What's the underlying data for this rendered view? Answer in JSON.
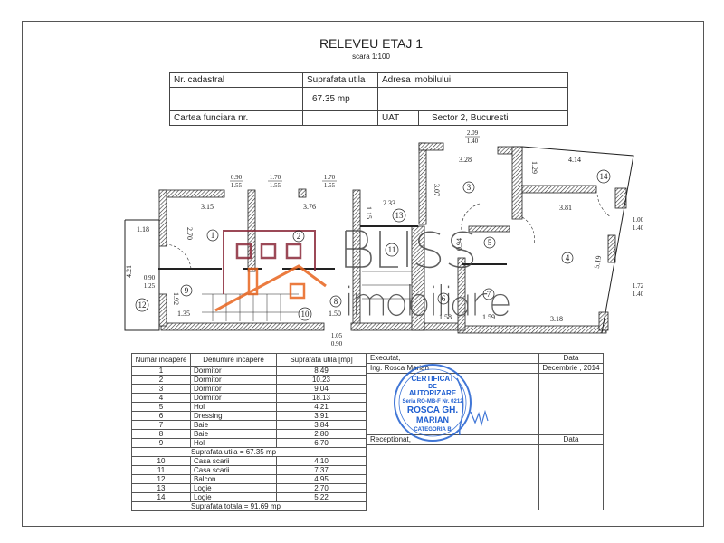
{
  "title": "RELEVEU ETAJ 1",
  "scale": "scara 1:100",
  "header": {
    "nr_cadastral_label": "Nr. cadastral",
    "suprafata_label": "Suprafata utila",
    "suprafata_value": "67.35 mp",
    "adresa_label": "Adresa imobilului",
    "carte_label": "Cartea funciara nr.",
    "uat_label": "UAT",
    "uat_value": "Sector 2, Bucuresti"
  },
  "rooms_table": {
    "headers": [
      "Numar incapere",
      "Denumire incapere",
      "Suprafata utila [mp]"
    ],
    "rows": [
      [
        "1",
        "Dormitor",
        "8.49"
      ],
      [
        "2",
        "Dormitor",
        "10.23"
      ],
      [
        "3",
        "Dormitor",
        "9.04"
      ],
      [
        "4",
        "Dormitor",
        "18.13"
      ],
      [
        "5",
        "Hol",
        "4.21"
      ],
      [
        "6",
        "Dressing",
        "3.91"
      ],
      [
        "7",
        "Baie",
        "3.84"
      ],
      [
        "8",
        "Baie",
        "2.80"
      ],
      [
        "9",
        "Hol",
        "6.70"
      ]
    ],
    "subtotal": "Suprafata utila = 67.35 mp",
    "rows2": [
      [
        "10",
        "Casa scarii",
        "4.10"
      ],
      [
        "11",
        "Casa scarii",
        "7.37"
      ],
      [
        "12",
        "Balcon",
        "4.95"
      ],
      [
        "13",
        "Logie",
        "2.70"
      ],
      [
        "14",
        "Logie",
        "5.22"
      ]
    ],
    "total": "Suprafata totala = 91.69 mp"
  },
  "sign_table": {
    "executat_label": "Executat,",
    "data_label": "Data",
    "engineer": "Ing. Rosca Marian",
    "date": "Decembrie , 2014",
    "receptionat_label": "Receptionat,",
    "data_label2": "Data"
  },
  "stamp": {
    "lines": [
      "CERTIFICAT",
      "DE",
      "AUTORIZARE",
      "Seria RO-MB-F Nr. 0212",
      "ROSCA GH.",
      "MARIAN",
      "CATEGORIA B"
    ],
    "color": "#1f5fd0"
  },
  "watermark": {
    "text1": "BLISS",
    "text2": "imobiliare",
    "color_logo": "#8b2a3a",
    "color_roof": "#e8641e"
  },
  "plan": {
    "room_numbers": [
      "1",
      "2",
      "3",
      "4",
      "5",
      "6",
      "7",
      "8",
      "9",
      "10",
      "11",
      "12",
      "13",
      "14"
    ],
    "dimensions": {
      "d315": "3.15",
      "d376": "3.76",
      "d233": "2.33",
      "d328": "3.28",
      "d414": "4.14",
      "d381": "3.81",
      "d318": "3.18",
      "d159": "1.59",
      "d158": "1.58",
      "d150": "1.50",
      "d135": "1.35",
      "d118": "1.18",
      "d421": "4.21",
      "d270": "2.70",
      "d192": "1.92",
      "d307": "3.07",
      "d129": "1.29",
      "d094": "0.94",
      "d519": "5.19",
      "d115": "1.15"
    },
    "openings": {
      "w1": [
        "0.90",
        "1.55"
      ],
      "w2": [
        "1.70",
        "1.55"
      ],
      "w3": [
        "1.70",
        "1.55"
      ],
      "w4": [
        "2.09",
        "1.40"
      ],
      "w5": [
        "1.00",
        "1.40"
      ],
      "w6": [
        "1.72",
        "1.40"
      ],
      "w7": [
        "0.90",
        "1.25"
      ],
      "w8": [
        "1.05",
        "0.90"
      ]
    }
  }
}
